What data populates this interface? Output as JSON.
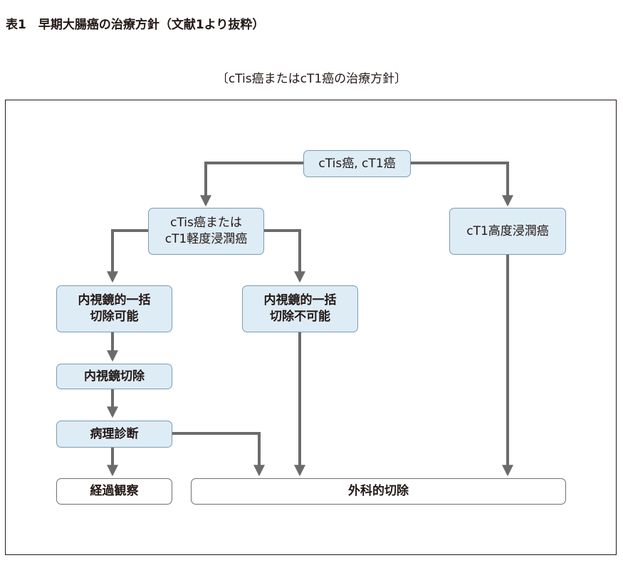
{
  "table_title": "表1　早期大腸癌の治療方針（文献1より抜粋）",
  "chart_title": "〔cTis癌またはcT1癌の治療方針〕",
  "colors": {
    "node_fill": "#deecf6",
    "node_border": "#7a9cb2",
    "terminal_border": "#6f6f6f",
    "arrow": "#6b6b6b",
    "text": "#231815"
  },
  "nodes": {
    "root": "cTis癌, cT1癌",
    "mild": "cTis癌または\ncT1軽度浸潤癌",
    "deep": "cT1高度浸潤癌",
    "en_bloc_possible": "内視鏡的一括\n切除可能",
    "en_bloc_impossible": "内視鏡的一括\n切除不可能",
    "endoscopic_resection": "内視鏡切除",
    "pathology": "病理診断",
    "observation": "経過観察",
    "surgery": "外科的切除"
  }
}
